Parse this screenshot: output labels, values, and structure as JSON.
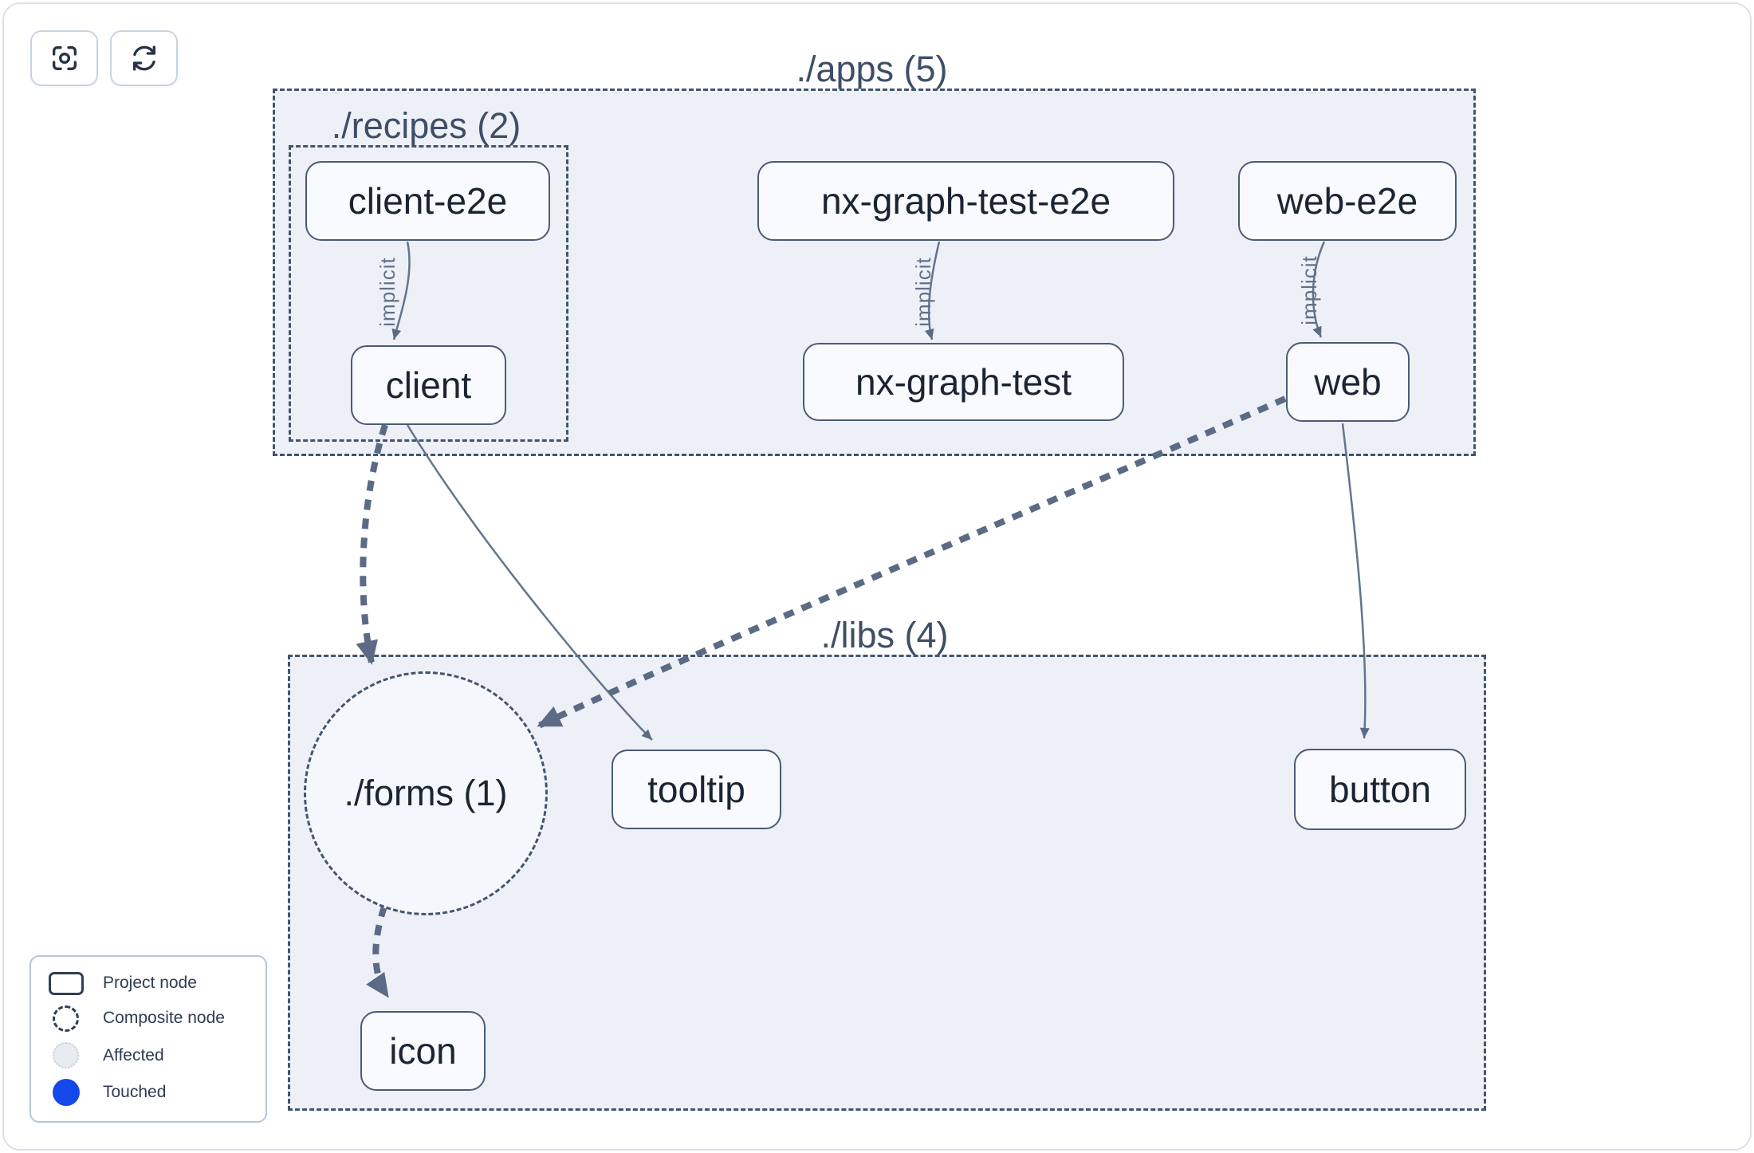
{
  "toolbar": {
    "focus_button": "focus",
    "refresh_button": "refresh"
  },
  "graph": {
    "groups": [
      {
        "id": "apps",
        "label": "./apps (5)"
      },
      {
        "id": "recipes",
        "label": "./recipes (2)"
      },
      {
        "id": "libs",
        "label": "./libs (4)"
      }
    ],
    "composite_nodes": [
      {
        "id": "forms",
        "label": "./forms (1)"
      }
    ],
    "nodes": [
      {
        "id": "client-e2e",
        "label": "client-e2e"
      },
      {
        "id": "nx-graph-test-e2e",
        "label": "nx-graph-test-e2e"
      },
      {
        "id": "web-e2e",
        "label": "web-e2e"
      },
      {
        "id": "client",
        "label": "client"
      },
      {
        "id": "nx-graph-test",
        "label": "nx-graph-test"
      },
      {
        "id": "web",
        "label": "web"
      },
      {
        "id": "tooltip",
        "label": "tooltip"
      },
      {
        "id": "button",
        "label": "button"
      },
      {
        "id": "icon",
        "label": "icon"
      }
    ],
    "edges": [
      {
        "from": "client-e2e",
        "to": "client",
        "label": "implicit",
        "style": "solid"
      },
      {
        "from": "nx-graph-test-e2e",
        "to": "nx-graph-test",
        "label": "implicit",
        "style": "solid"
      },
      {
        "from": "web-e2e",
        "to": "web",
        "label": "implicit",
        "style": "solid"
      },
      {
        "from": "client",
        "to": "./forms (1)",
        "label": "",
        "style": "thick-dashed"
      },
      {
        "from": "client",
        "to": "tooltip",
        "label": "",
        "style": "solid"
      },
      {
        "from": "web",
        "to": "./forms (1)",
        "label": "",
        "style": "thick-dashed"
      },
      {
        "from": "web",
        "to": "button",
        "label": "",
        "style": "solid"
      },
      {
        "from": "./forms (1)",
        "to": "icon",
        "label": "",
        "style": "thick-dashed"
      }
    ],
    "edge_labels": [
      "implicit",
      "implicit",
      "implicit"
    ]
  },
  "legend": {
    "items": [
      {
        "symbol": "project",
        "label": "Project node"
      },
      {
        "symbol": "composite",
        "label": "Composite node"
      },
      {
        "symbol": "affected",
        "label": "Affected"
      },
      {
        "symbol": "touched",
        "label": "Touched"
      }
    ]
  },
  "colors": {
    "touched_blue": "#1448e8",
    "affected_fill": "#e8ecf2",
    "group_fill": "#edf1f7",
    "edge": "#5b6b85",
    "dashed_border": "#44546e"
  }
}
